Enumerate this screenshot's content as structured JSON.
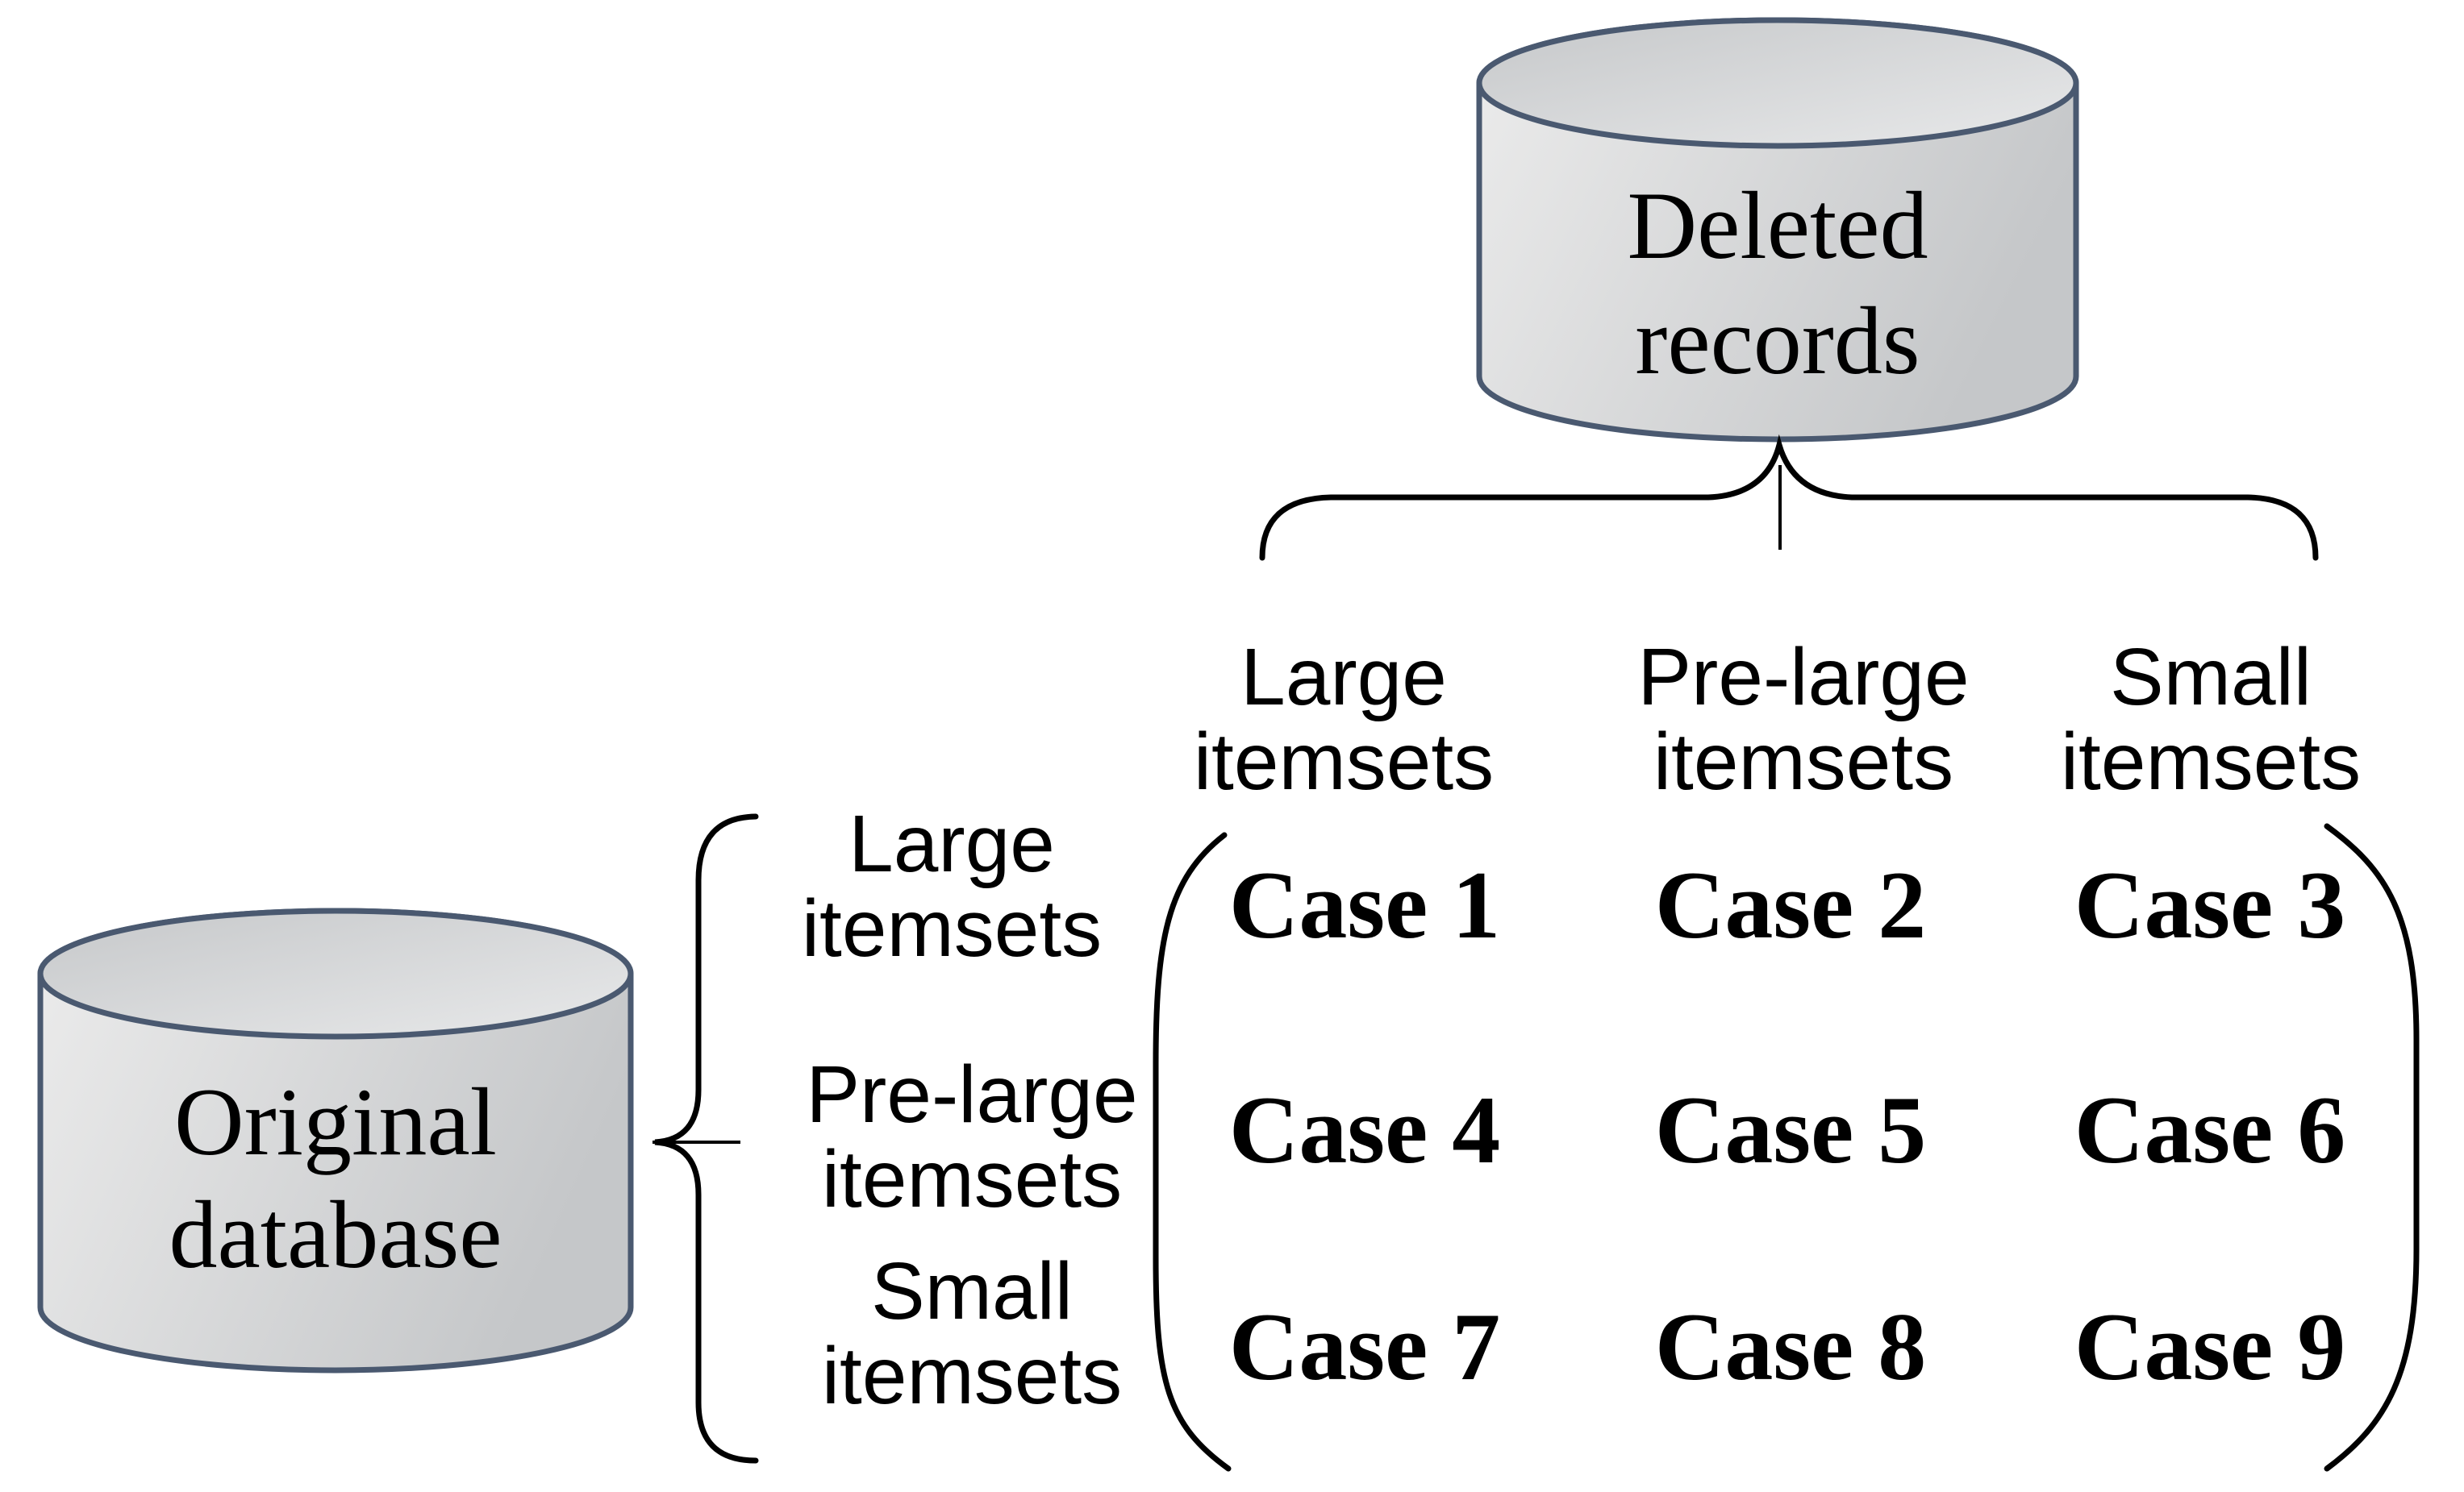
{
  "colors": {
    "background": "#ffffff",
    "cylinder_stroke": "#4a5970",
    "cylinder_fill_light": "#ececec",
    "cylinder_fill_dark": "#c5c7c9",
    "line": "#000000",
    "text": "#000000"
  },
  "deleted_database": {
    "line1": "Deleted",
    "line2": "records"
  },
  "original_database": {
    "line1": "Original",
    "line2": "database"
  },
  "column_headers": [
    {
      "line1": "Large",
      "line2": "itemsets"
    },
    {
      "line1": "Pre-large",
      "line2": "itemsets"
    },
    {
      "line1": "Small",
      "line2": "itemsets"
    }
  ],
  "row_headers": [
    {
      "line1": "Large",
      "line2": "itemsets"
    },
    {
      "line1": "Pre-large",
      "line2": "itemsets"
    },
    {
      "line1": "Small",
      "line2": "itemsets"
    }
  ],
  "cases": [
    [
      "Case 1",
      "Case 2",
      "Case 3"
    ],
    [
      "Case 4",
      "Case 5",
      "Case 6"
    ],
    [
      "Case 7",
      "Case 8",
      "Case 9"
    ]
  ]
}
